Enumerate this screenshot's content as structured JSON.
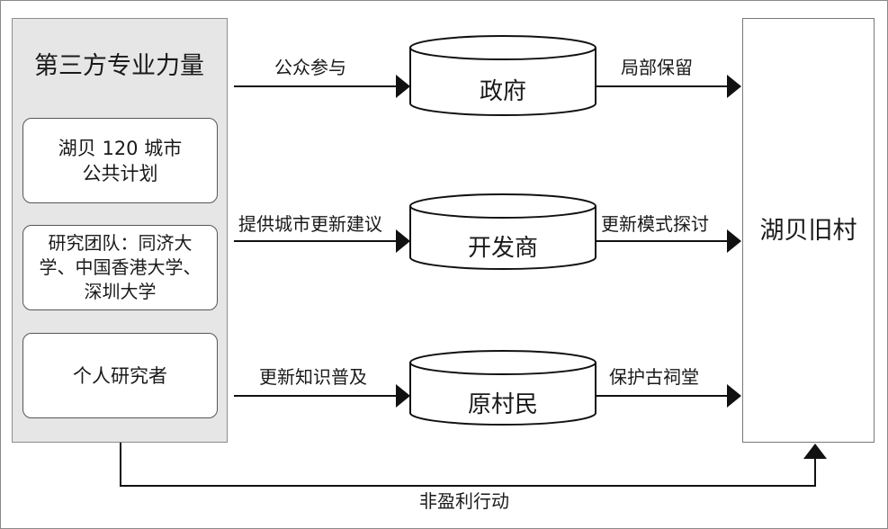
{
  "left_panel": {
    "title": "第三方专业力量",
    "items": [
      "湖贝 120 城市\n公共计划",
      "研究团队：同济大\n学、中国香港大学、\n深圳大学",
      "个人研究者"
    ]
  },
  "actors": [
    {
      "name": "政府",
      "input_label": "公众参与",
      "output_label": "局部保留"
    },
    {
      "name": "开发商",
      "input_label": "提供城市更新建议",
      "output_label": "更新模式探讨"
    },
    {
      "name": "原村民",
      "input_label": "更新知识普及",
      "output_label": "保护古祠堂"
    }
  ],
  "target": "湖贝旧村",
  "bottom_label": "非盈利行动",
  "colors": {
    "line": "#111111",
    "panel_fill": "#e6e6e6",
    "cylinder_border": "#111111"
  }
}
